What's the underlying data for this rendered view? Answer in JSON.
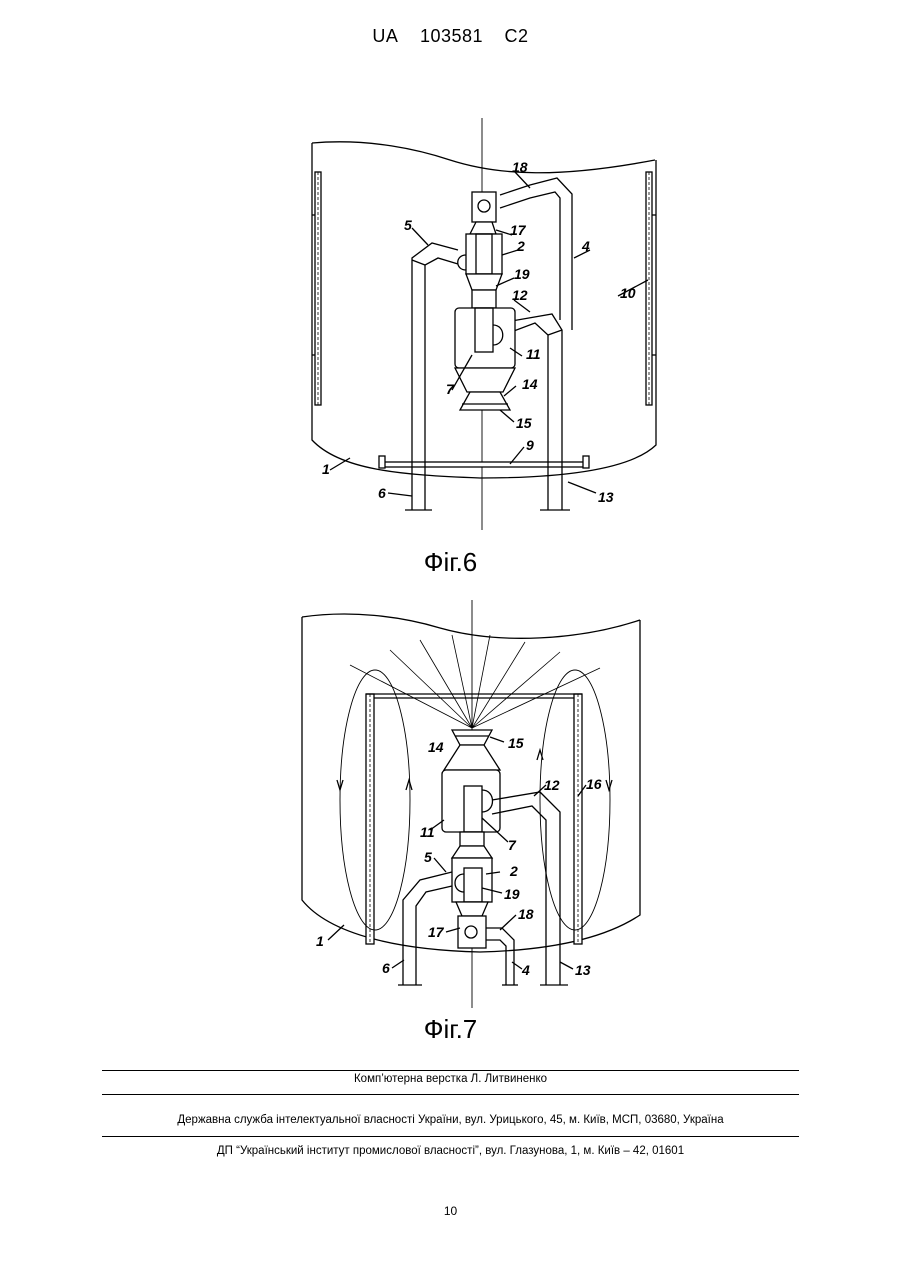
{
  "header": {
    "country": "UA",
    "number": "103581",
    "kind": "C2"
  },
  "figures": [
    {
      "caption": "Фіг.6",
      "labels": [
        "18",
        "5",
        "17",
        "2",
        "4",
        "19",
        "12",
        "10",
        "11",
        "7",
        "14",
        "15",
        "9",
        "1",
        "6",
        "13"
      ]
    },
    {
      "caption": "Фіг.7",
      "labels": [
        "14",
        "15",
        "12",
        "16",
        "11",
        "7",
        "5",
        "2",
        "19",
        "18",
        "1",
        "17",
        "6",
        "4",
        "13"
      ]
    }
  ],
  "footer": {
    "typesetter": "Комп’ютерна верстка Л. Литвиненко",
    "agency": "Державна служба інтелектуальної власності України, вул. Урицького, 45, м. Київ, МСП, 03680, Україна",
    "publisher": "ДП “Український інститут промислової власності”, вул. Глазунова, 1, м. Київ – 42, 01601"
  },
  "page_number": "10"
}
